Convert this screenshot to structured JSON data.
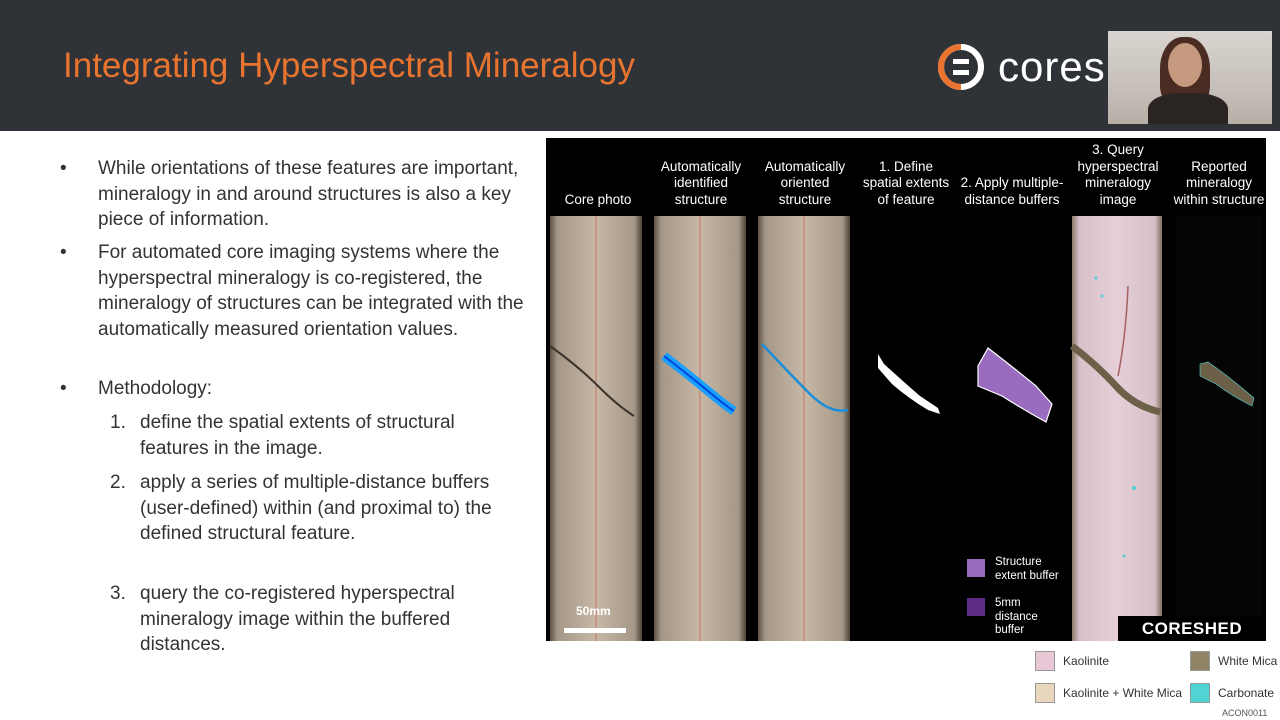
{
  "slide": {
    "title": "Integrating Hyperspectral Mineralogy",
    "logo_text": "cores",
    "bullets": [
      {
        "marker": "•",
        "text": "While orientations of these features are important, mineralogy in and around structures is also a key piece of information."
      },
      {
        "marker": "•",
        "text": "For automated core imaging systems where the hyperspectral mineralogy is co-registered, the mineralogy of structures can be integrated with the automatically measured orientation values."
      },
      {
        "marker": "•",
        "text": "Methodology:"
      }
    ],
    "steps": [
      {
        "num": "1.",
        "text": "define the spatial extents of structural features in the image."
      },
      {
        "num": "2.",
        "text": "apply a series of multiple-distance buffers (user-defined) within (and proximal to) the defined structural feature."
      },
      {
        "num": "3.",
        "text": "query the co-registered hyperspectral mineralogy image within the buffered distances."
      }
    ]
  },
  "figure": {
    "columns": [
      "Core photo",
      "Automatically identified structure",
      "Automatically oriented structure",
      "1. Define spatial extents of feature",
      "2. Apply multiple-distance buffers",
      "3. Query hyperspectral mineralogy image",
      "Reported mineralogy within structure"
    ],
    "buffer_legend": [
      {
        "label": "Structure extent buffer",
        "color": "#9a6cc0"
      },
      {
        "label": "5mm distance buffer",
        "color": "#5e2a86"
      }
    ],
    "scale_label": "50mm",
    "brand": "CORESHED"
  },
  "mineral_legend": [
    {
      "label": "Kaolinite",
      "color": "#e8c7d6"
    },
    {
      "label": "White Mica",
      "color": "#8f8466"
    },
    {
      "label": "Kaolinite + White Mica",
      "color": "#e9d7bd"
    },
    {
      "label": "Carbonate",
      "color": "#4fd3d3"
    }
  ],
  "footer_code": "ACON0011"
}
